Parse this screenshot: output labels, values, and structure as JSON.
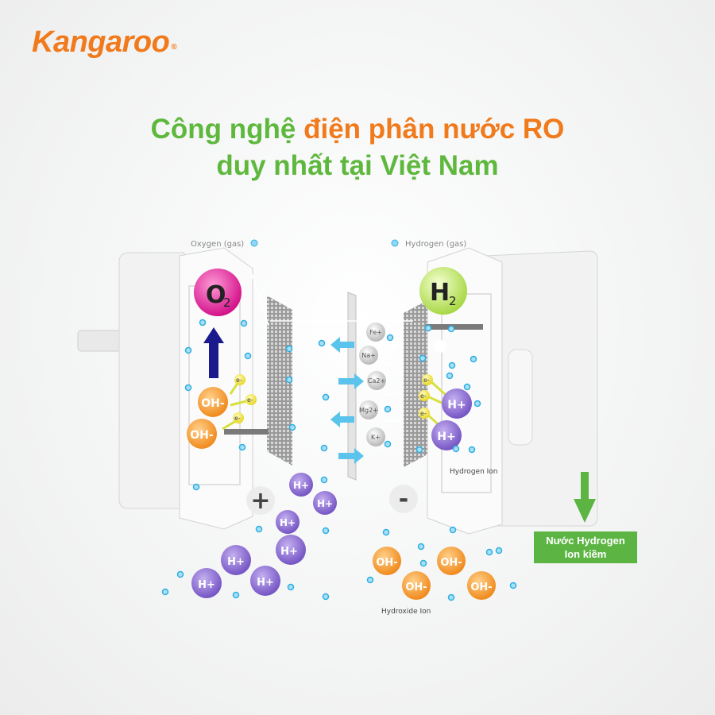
{
  "brand": {
    "logo_text": "Kangaroo",
    "logo_mark": "®",
    "primary_color": "#f07a1c",
    "accent_color": "#5fb83e"
  },
  "title": {
    "line1_prefix": "Công nghệ",
    "line1_highlight": "điện phân nước RO",
    "line2": "duy nhất tại Việt Nam"
  },
  "labels": {
    "oxygen_gas": "Oxygen (gas)",
    "hydrogen_gas": "Hydrogen (gas)",
    "hydrogen_ion": "Hydrogen Ion",
    "hydroxide_ion": "Hydroxide Ion",
    "plus": "+",
    "minus": "-",
    "output_line1": "Nước Hydrogen",
    "output_line2": "Ion kiềm"
  },
  "molecules": {
    "o2": "O",
    "o2_sub": "2",
    "h2": "H",
    "h2_sub": "2"
  },
  "ions": {
    "hplus": "H+",
    "ohminus": "OH-",
    "electron": "e-"
  },
  "minerals": [
    "Fe+",
    "Na+",
    "Ca2+",
    "Mg2+",
    "K+"
  ]
}
